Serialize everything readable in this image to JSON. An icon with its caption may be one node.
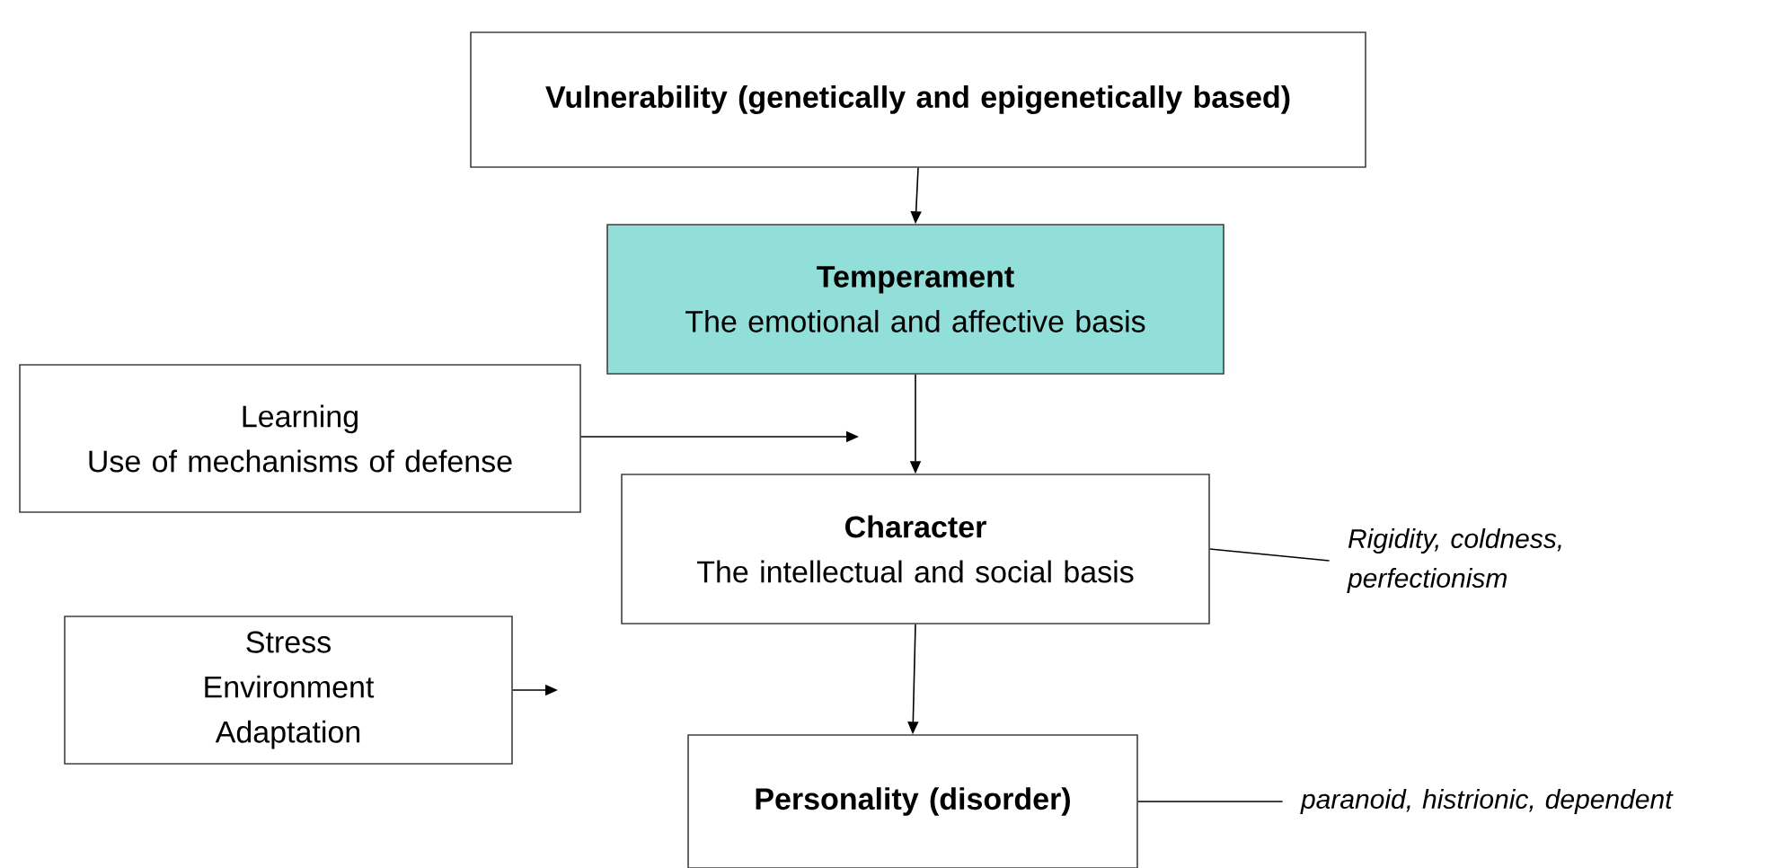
{
  "diagram": {
    "nodes": [
      {
        "text": [
          "Vulnerability (genetically and epigenetically based)"
        ]
      },
      {
        "text": [
          "Temperament",
          "The emotional and affective basis"
        ]
      },
      {
        "text": [
          "Learning",
          "Use of mechanisms of defense"
        ]
      },
      {
        "text": [
          "Character",
          "The intellectual and social basis"
        ]
      },
      {
        "text": [
          "Rigidity, coldness, perfectionism"
        ]
      },
      {
        "text": [
          "Stress",
          "Environment",
          "Adaptation"
        ]
      },
      {
        "text": [
          "Personality (disorder)"
        ]
      },
      {
        "text": [
          "paranoid, histrionic, dependent"
        ]
      }
    ],
    "edges": [
      {
        "from": 0,
        "to": 1,
        "arrow": "to"
      },
      {
        "from": 1,
        "to": 3,
        "arrow": "to"
      },
      {
        "from": 2,
        "to": null,
        "arrow": "to"
      },
      {
        "from": 3,
        "to": 6,
        "arrow": "to"
      },
      {
        "from": 5,
        "to": null,
        "arrow": "to"
      },
      {
        "from": 3,
        "to": 4,
        "arrow": "none"
      },
      {
        "from": 6,
        "to": 7,
        "arrow": "none"
      }
    ]
  }
}
